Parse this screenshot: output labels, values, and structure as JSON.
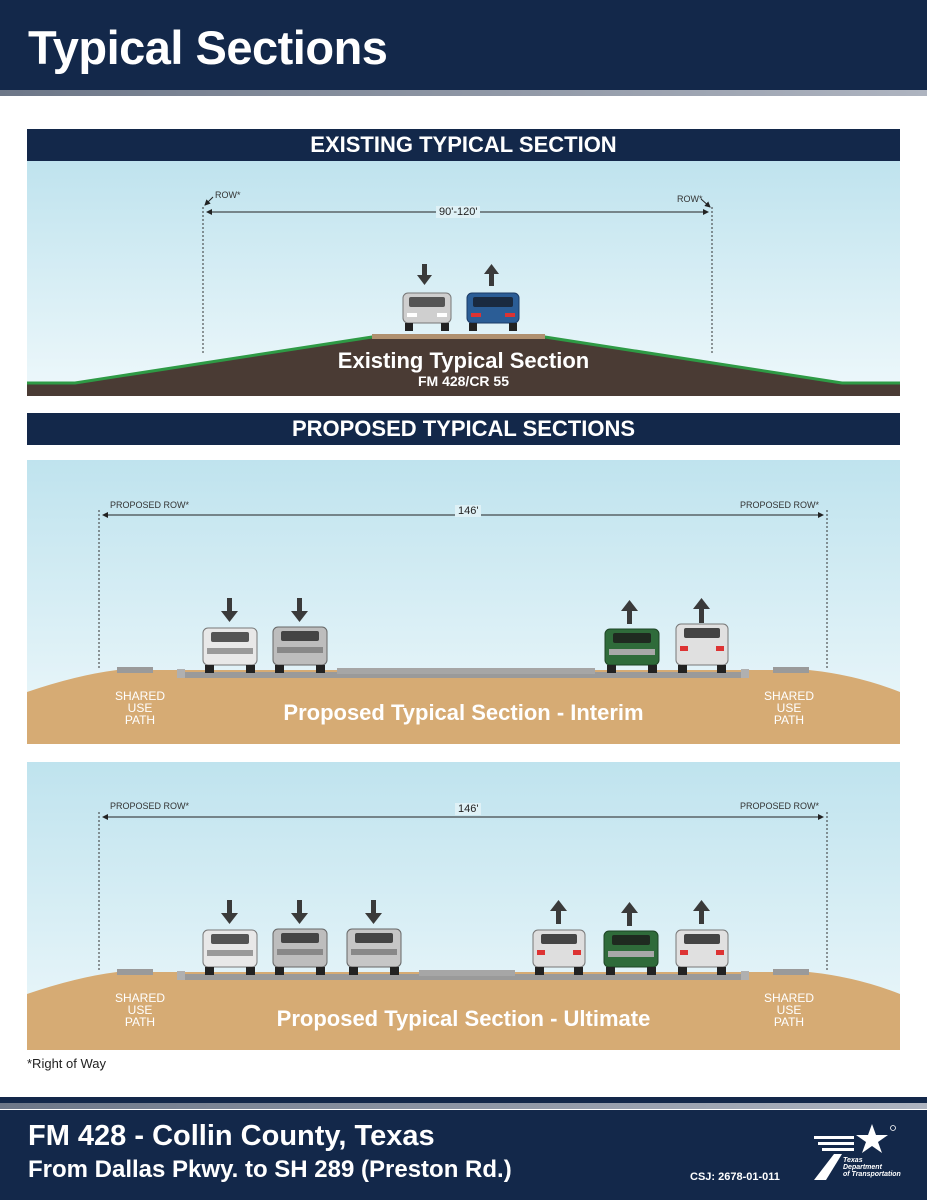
{
  "header": {
    "title": "Typical Sections"
  },
  "existing": {
    "banner": "EXISTING TYPICAL SECTION",
    "row_left": "ROW*",
    "row_right": "ROW*",
    "dimension": "90'-120'",
    "section_title": "Existing Typical Section",
    "section_subtitle": "FM 428/CR 55"
  },
  "proposed": {
    "banner": "PROPOSED TYPICAL SECTIONS",
    "interim": {
      "row_left": "PROPOSED ROW*",
      "row_right": "PROPOSED ROW*",
      "dimension": "146'",
      "path_left": [
        "SHARED",
        "USE",
        "PATH"
      ],
      "path_right": [
        "SHARED",
        "USE",
        "PATH"
      ],
      "section_title": "Proposed Typical Section - Interim"
    },
    "ultimate": {
      "row_left": "PROPOSED ROW*",
      "row_right": "PROPOSED ROW*",
      "dimension": "146'",
      "path_left": [
        "SHARED",
        "USE",
        "PATH"
      ],
      "path_right": [
        "SHARED",
        "USE",
        "PATH"
      ],
      "section_title": "Proposed Typical Section - Ultimate"
    }
  },
  "footnote": "*Right of Way",
  "footer": {
    "title": "FM 428 - Collin County, Texas",
    "subtitle": "From Dallas Pkwy. to SH 289 (Preston Rd.)",
    "csj": "CSJ: 2678-01-011",
    "logo_text": [
      "Texas",
      "Department",
      "of Transportation"
    ]
  },
  "colors": {
    "navy": "#13284a",
    "sky_top": "#bfe3ee",
    "sky_bottom": "#eaf6f9",
    "soil_existing": "#4a3b34",
    "grass": "#2e9a45",
    "soil_proposed": "#d6ab74",
    "pavement": "#9a9a9a"
  },
  "icons": [
    "arrow-down-icon",
    "arrow-up-icon",
    "car-icon",
    "truck-icon",
    "star-icon",
    "txdot-logo"
  ]
}
